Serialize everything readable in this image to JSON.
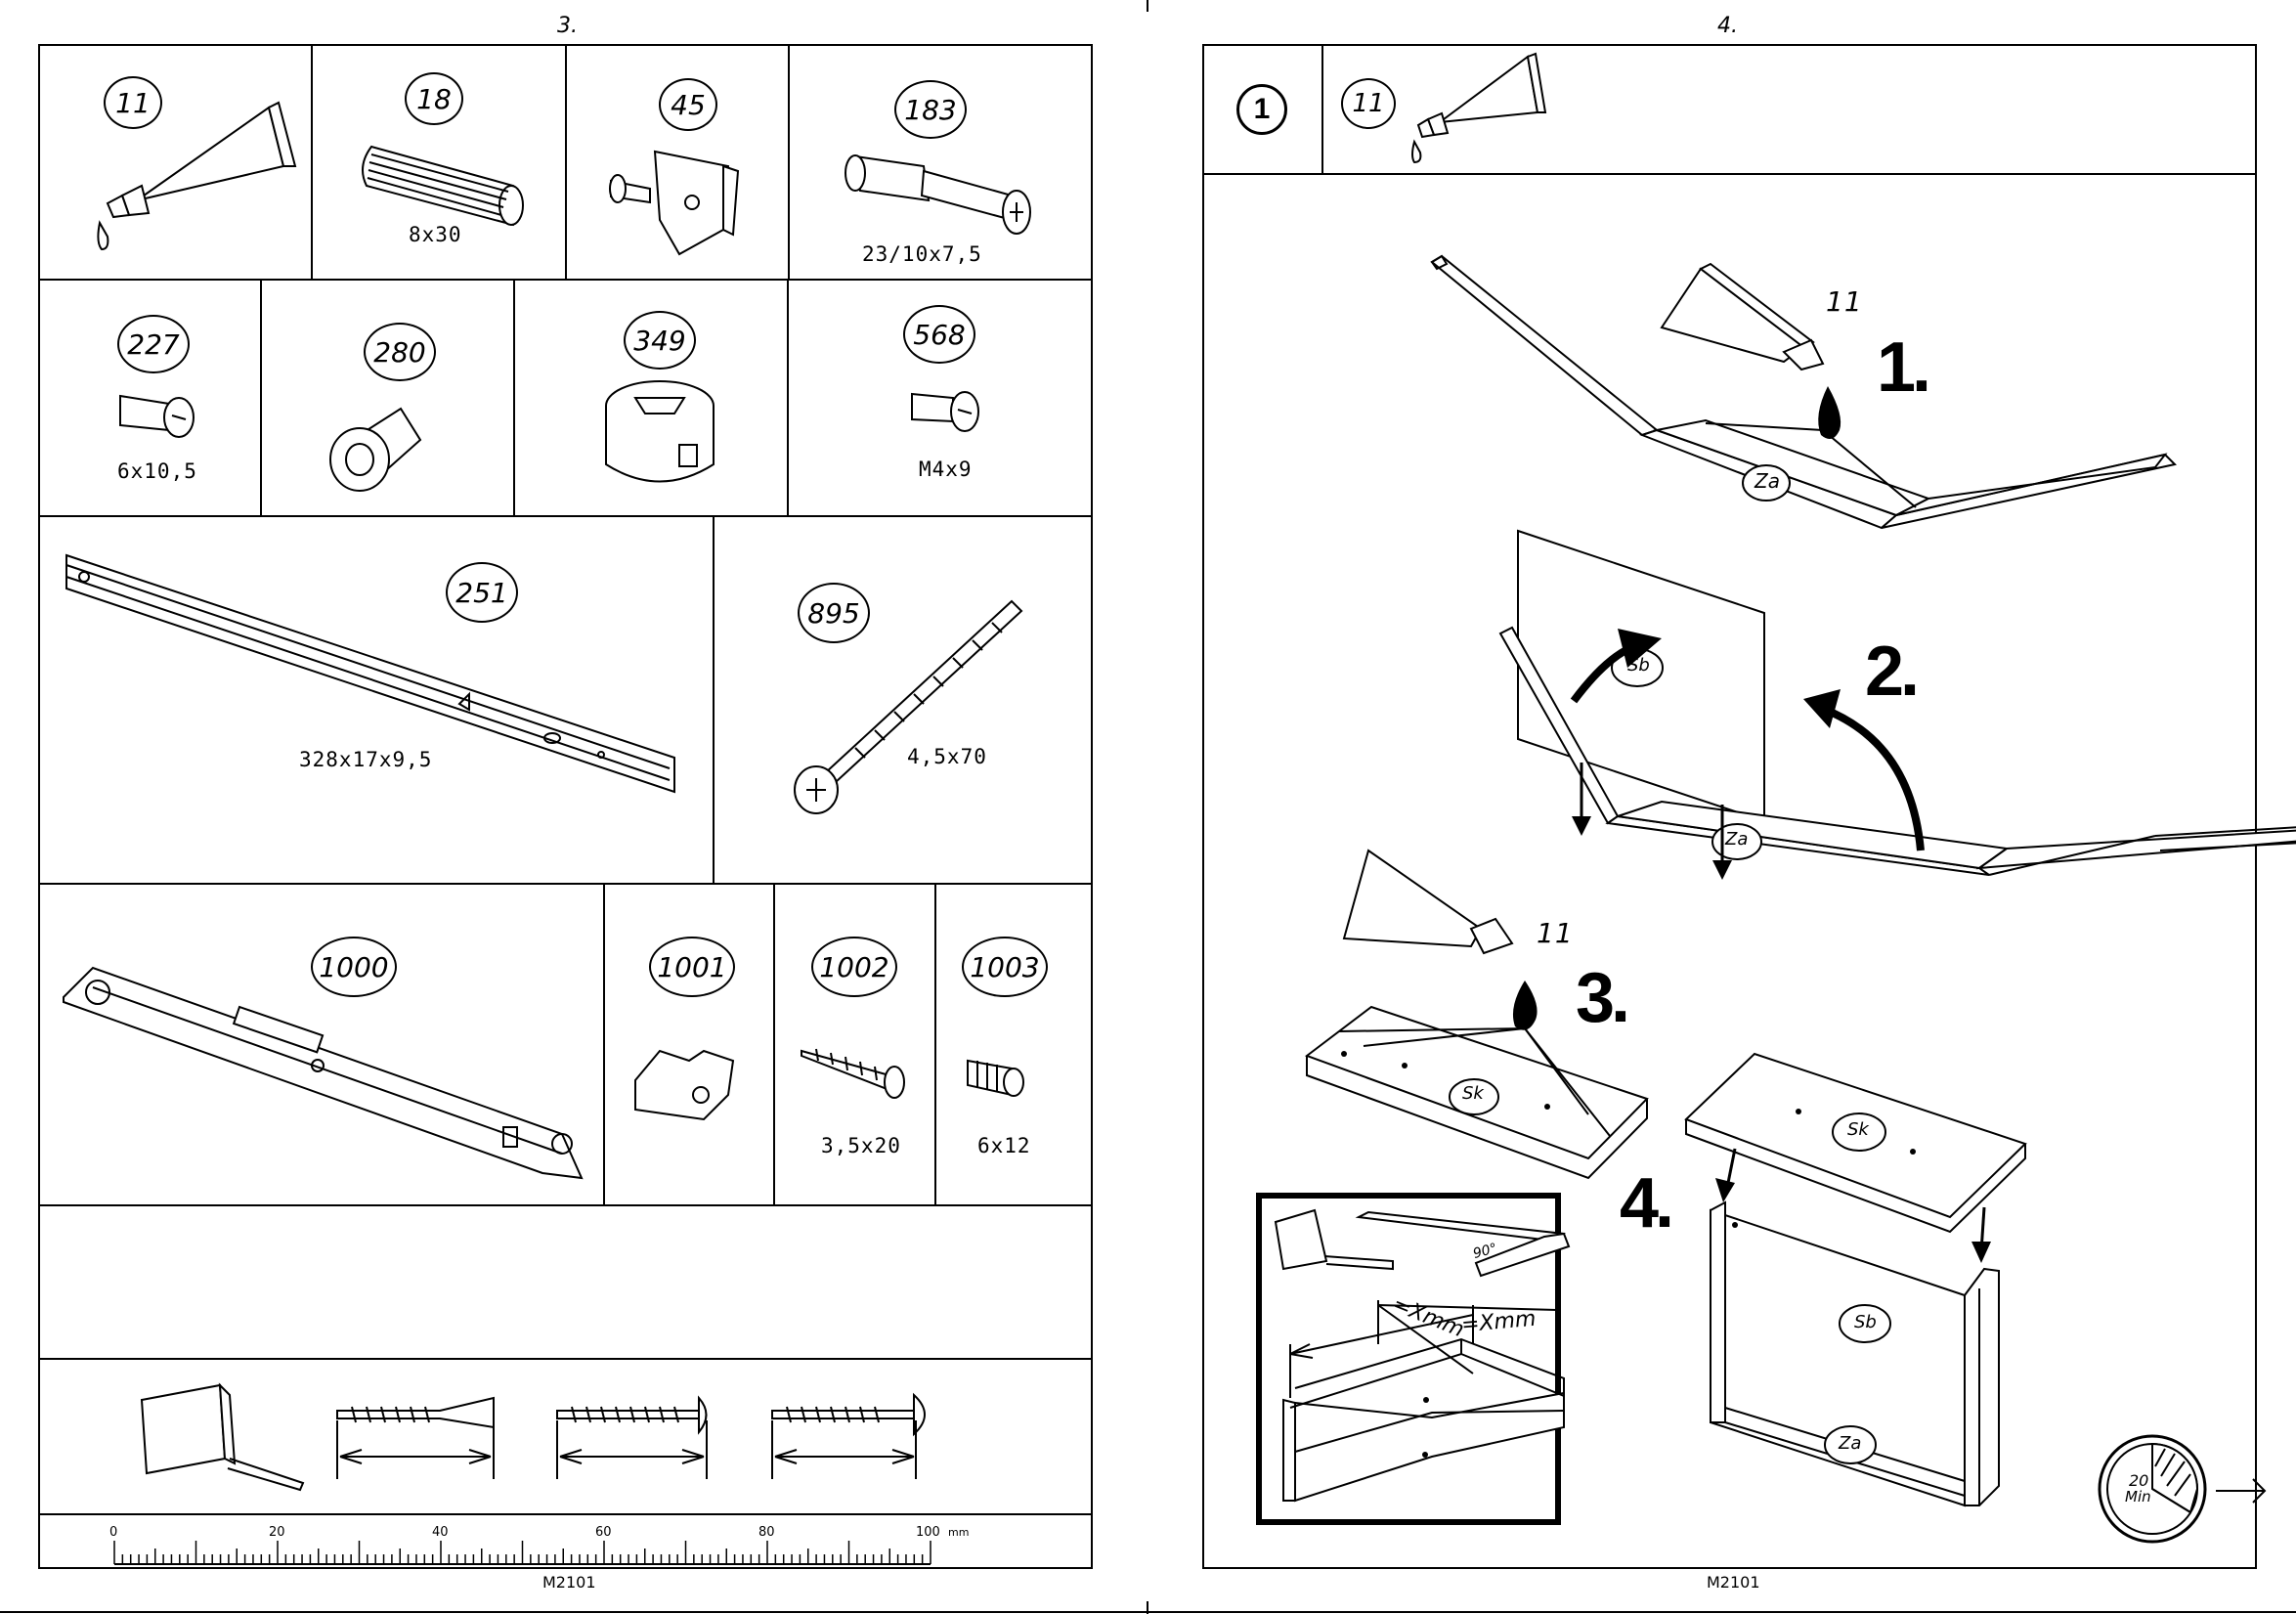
{
  "left_page": {
    "page_number": "3.",
    "code": "M2101",
    "parts": [
      {
        "num": "11",
        "dim": ""
      },
      {
        "num": "18",
        "dim": "8x30"
      },
      {
        "num": "45",
        "dim": ""
      },
      {
        "num": "183",
        "dim": "23/10x7,5"
      },
      {
        "num": "227",
        "dim": "6x10,5"
      },
      {
        "num": "280",
        "dim": ""
      },
      {
        "num": "349",
        "dim": ""
      },
      {
        "num": "568",
        "dim": "M4x9"
      },
      {
        "num": "251",
        "dim": "328x17x9,5"
      },
      {
        "num": "895",
        "dim": "4,5x70"
      },
      {
        "num": "1000",
        "dim": ""
      },
      {
        "num": "1001",
        "dim": ""
      },
      {
        "num": "1002",
        "dim": "3,5x20"
      },
      {
        "num": "1003",
        "dim": "6x12"
      }
    ],
    "ruler": {
      "labels": [
        "0",
        "20",
        "40",
        "60",
        "80",
        "100"
      ],
      "unit": "mm"
    }
  },
  "right_page": {
    "page_number": "4.",
    "code": "M2101",
    "step_number": "1",
    "glue_part": "11",
    "substeps": [
      "1.",
      "2.",
      "3.",
      "4."
    ],
    "panel_labels": {
      "za": "Za",
      "sb": "Sb",
      "sk": "Sk"
    },
    "glue_labels": [
      "11",
      "11"
    ],
    "inset": {
      "angle": "90°",
      "measure_left": "=Xmm",
      "measure_right": "=Xmm"
    },
    "time": {
      "value": "20",
      "unit": "Min"
    },
    "next_icon": "arrow-right-icon"
  }
}
